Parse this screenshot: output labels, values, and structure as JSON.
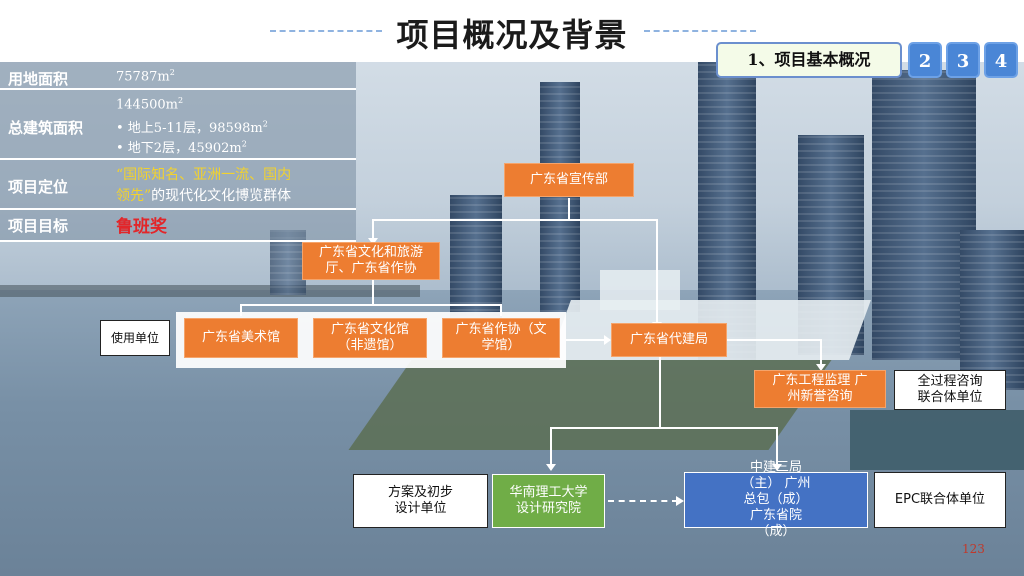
{
  "header": {
    "title": "项目概况及背景",
    "tabs": [
      {
        "label": "1、项目基本概况",
        "active": true
      },
      {
        "label": "2",
        "active": false
      },
      {
        "label": "3",
        "active": false
      },
      {
        "label": "4",
        "active": false
      }
    ]
  },
  "info": {
    "land_area_label": "用地面积",
    "land_area_value": "75787m",
    "land_area_unit_sup": "2",
    "building_area_label": "总建筑面积",
    "building_area_total": "144500m",
    "building_area_total_sup": "2",
    "building_area_above": "•   地上5-11层，98598m",
    "building_area_above_sup": "2",
    "building_area_below": "•   地下2层，45902m",
    "building_area_below_sup": "2",
    "positioning_label": "项目定位",
    "positioning_highlight_1": "“国际知名、亚洲一流、国内",
    "positioning_highlight_2": "领先”",
    "positioning_rest": "的现代化文化博览群体",
    "goal_label": "项目目标",
    "goal_value": "鲁班奖"
  },
  "org": {
    "propaganda": "广东省宣传部",
    "culture_dept": "广东省文化和旅游厅、广东省作协",
    "user_label": "使用单位",
    "art_museum": "广东省美术馆",
    "culture_museum": "广东省文化馆（非遗馆）",
    "writers_museum": "广东省作协（文学馆）",
    "agent_bureau": "广东省代建局",
    "supervision": "广东工程监理 广州新誉咨询",
    "consulting_label": "全过程咨询 联合体单位",
    "design_label": "方案及初步 设计单位",
    "design_institute": "华南理工大学 设计研究院",
    "epc_members": "中建三局（主） 广州总包（成） 广东省院（成）",
    "epc_label": "EPC联合体单位"
  },
  "colors": {
    "orange": "#ed7d31",
    "green": "#70ad47",
    "blue": "#4472c4",
    "tab_blue": "#4a86d6",
    "goal_red": "#e2262a",
    "highlight_yellow": "#f2d22e"
  },
  "page_number": "123"
}
